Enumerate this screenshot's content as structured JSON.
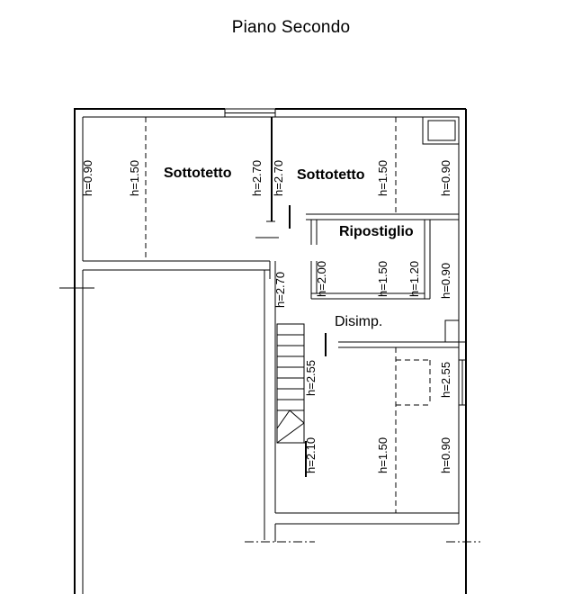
{
  "title": "Piano Secondo",
  "rooms": {
    "sottotetto_left": "Sottotetto",
    "sottotetto_right": "Sottotetto",
    "ripostiglio": "Ripostiglio",
    "disimpegno": "Disimp."
  },
  "heights": {
    "h1": "h=0.90",
    "h2": "h=1.50",
    "h3": "h=2.70",
    "h4": "h=2.70",
    "h5": "h=1.50",
    "h6": "h=0.90",
    "h7": "h=2.00",
    "h8": "h=1.50",
    "h9": "h=1.20",
    "h10": "h=0.90",
    "h11": "h=2.70",
    "h12": "h=2.55",
    "h13": "h=2.55",
    "h14": "h=2.10",
    "h15": "h=1.50",
    "h16": "h=0.90"
  }
}
